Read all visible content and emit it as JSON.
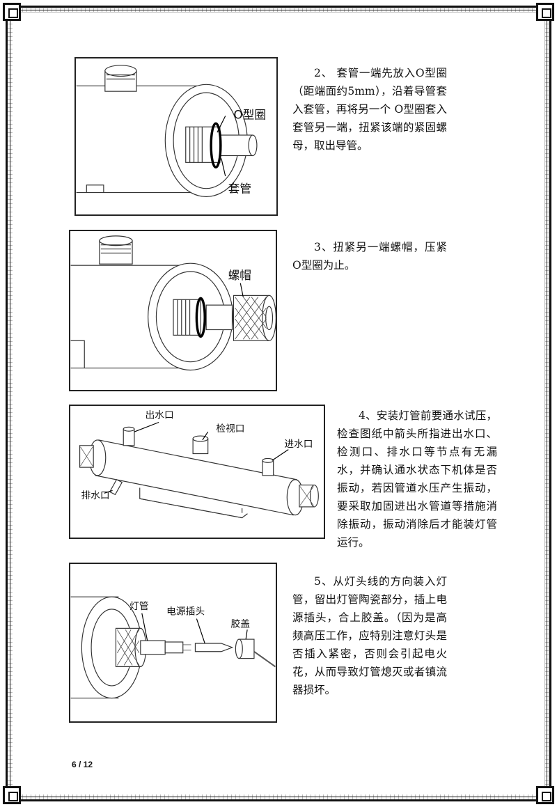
{
  "steps": [
    {
      "text": "2、 套管一端先放入O型圈（距端面约5mm），沿着导管套入套管，再将另一个 O型圈套入套管另一端，扭紧该端的紧固螺母，取出导管。",
      "labels": [
        "O型圈",
        "套管"
      ]
    },
    {
      "text": "3、扭紧另一端螺帽，压紧O型圈为止。",
      "labels": [
        "螺帽"
      ]
    },
    {
      "text": "4、安装灯管前要通水试压，检查图纸中箭头所指进出水口、检测口、排水口等节点有无漏水，并确认通水状态下机体是否振动，若因管道水压产生振动，要采取加固进出水管道等措施消除振动，振动消除后才能装灯管运行。",
      "labels": [
        "出水口",
        "检视口",
        "进水口",
        "排水口"
      ]
    },
    {
      "text": "5、从灯头线的方向装入灯管，留出灯管陶瓷部分，插上电源插头，合上胶盖。（因为是高频高压工作，应特别注意灯头是否插入紧密，否则会引起电火花，从而导致灯管熄灭或者镇流器损坏。",
      "labels": [
        "灯管",
        "电源插头",
        "胶盖"
      ]
    }
  ],
  "page_number": "6 / 12"
}
